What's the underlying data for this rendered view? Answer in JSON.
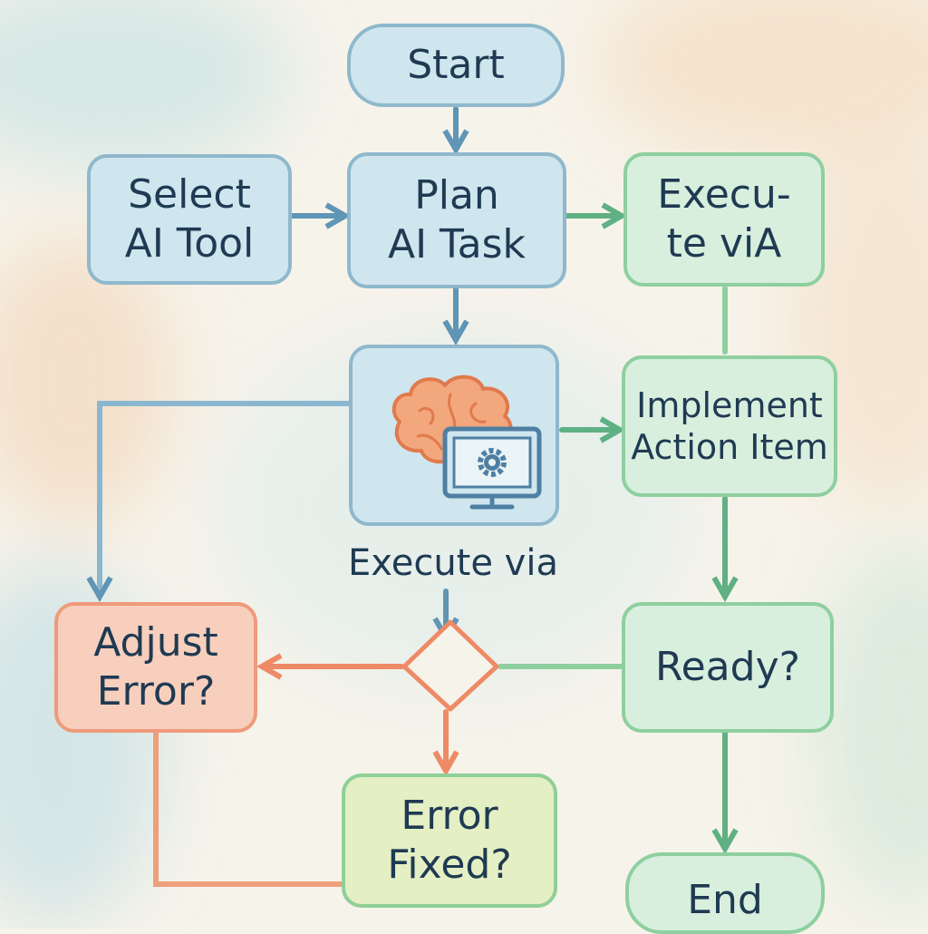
{
  "nodes": {
    "start": "Start",
    "select": "Select\nAI Tool",
    "plan": "Plan\nAI Task",
    "execute_top": "Execu-\nte viA",
    "implement": "Implement\nAction Item",
    "caption": "Execute via",
    "adjust": "Adjust\nError?",
    "ready": "Ready?",
    "fixed": "Error\nFixed?",
    "end": "End"
  },
  "icons": [
    "brain-icon",
    "monitor-gear-icon"
  ],
  "colors": {
    "blue": "#8fb8cc",
    "green": "#8ecf9f",
    "orange": "#ef9a7a",
    "ink": "#1f3a52"
  }
}
